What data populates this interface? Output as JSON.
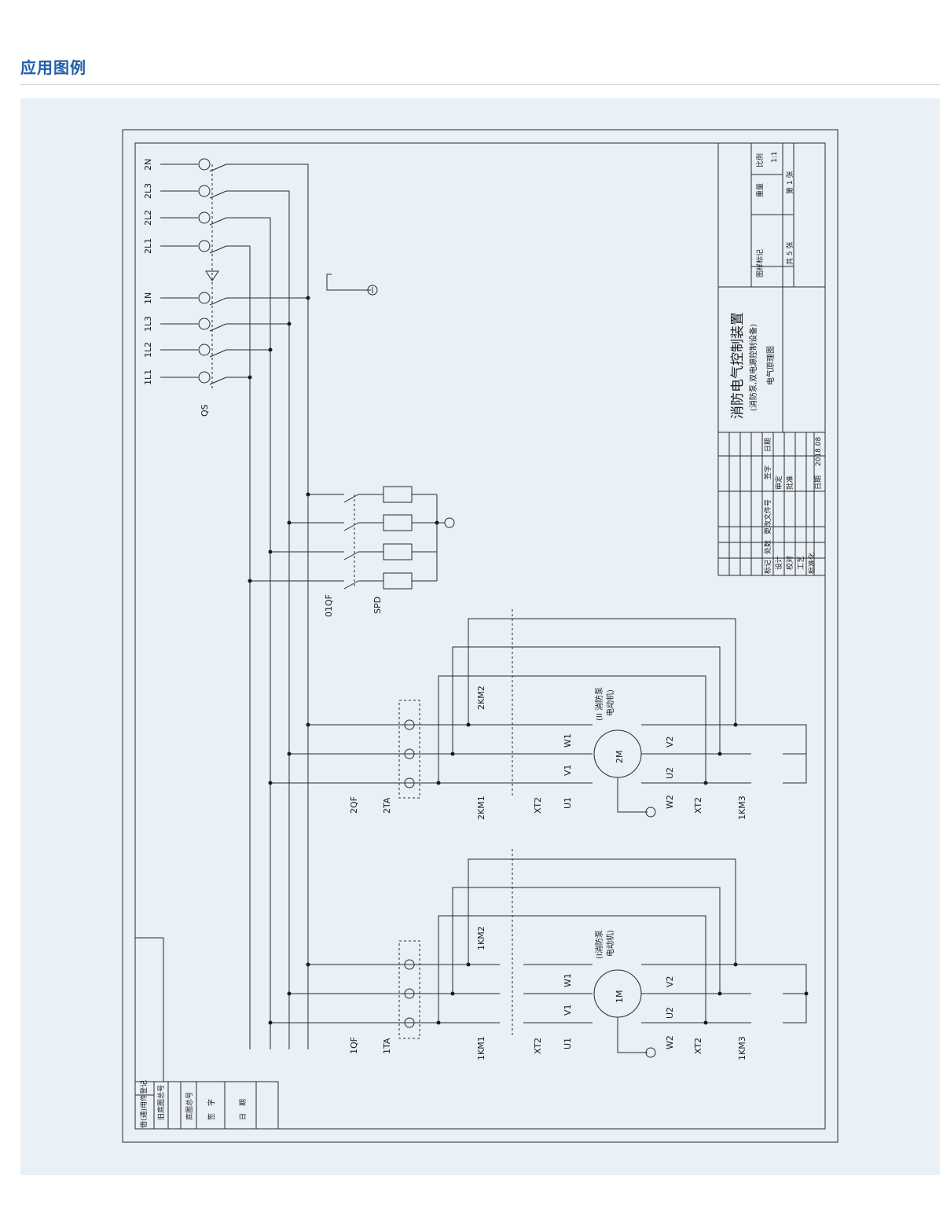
{
  "page": {
    "title": "应用图例"
  },
  "schematic": {
    "supply": [
      "2N",
      "2L3",
      "2L2",
      "2L1",
      "1N",
      "1L3",
      "1L2",
      "1L1"
    ],
    "switch_label": "QS",
    "protection": {
      "breaker": "01QF",
      "spd": "SPD"
    },
    "unit2": {
      "breaker": "2QF",
      "ta": "2TA",
      "km1": "2KM1",
      "km2": "2KM2",
      "km3": "1KM3",
      "motor": "2M",
      "motor_caption": "(II 消防泵",
      "motor_caption2": "电动机)",
      "xt": "XT2",
      "xt_b": "XT2",
      "u1": "U1",
      "v1": "V1",
      "w1": "W1",
      "u2": "U2",
      "v2": "V2",
      "w2": "W2",
      "tick": "Γ"
    },
    "unit1": {
      "breaker": "1QF",
      "ta": "1TA",
      "km1": "1KM1",
      "km2": "1KM2",
      "km3": "1KM3",
      "motor": "1M",
      "motor_caption": "(I消防泵",
      "motor_caption2": "电动机)",
      "xt": "XT2",
      "xt_b": "XT2",
      "u1": "U1",
      "v1": "V1",
      "w1": "W1",
      "u2": "U2",
      "v2": "V2",
      "w2": "W2",
      "tick": "Γ"
    }
  },
  "title_block": {
    "main_title": "消防电气控制装置",
    "subtitle": "(消防泵,双电源控制设备)",
    "drawing_type": "电气原理图",
    "pattern_mark": "图样标记",
    "weight": "重量",
    "scale_label": "比例",
    "scale_value": "1:1",
    "total_sheets": "共 5 张",
    "sheet_no": "第 1 张",
    "rev_cols": [
      "标记",
      "处数",
      "更改文件号",
      "签字",
      "日期"
    ],
    "roles": [
      "设计",
      "校对",
      "工艺",
      "标准化"
    ],
    "roles2": [
      "审定",
      "批准"
    ],
    "date_label": "日期",
    "date_value": "2018.08"
  },
  "side_block": {
    "rows": [
      "借(通)用件登记",
      "旧底图总号",
      "底图总号",
      "签　字",
      "日　期"
    ]
  }
}
